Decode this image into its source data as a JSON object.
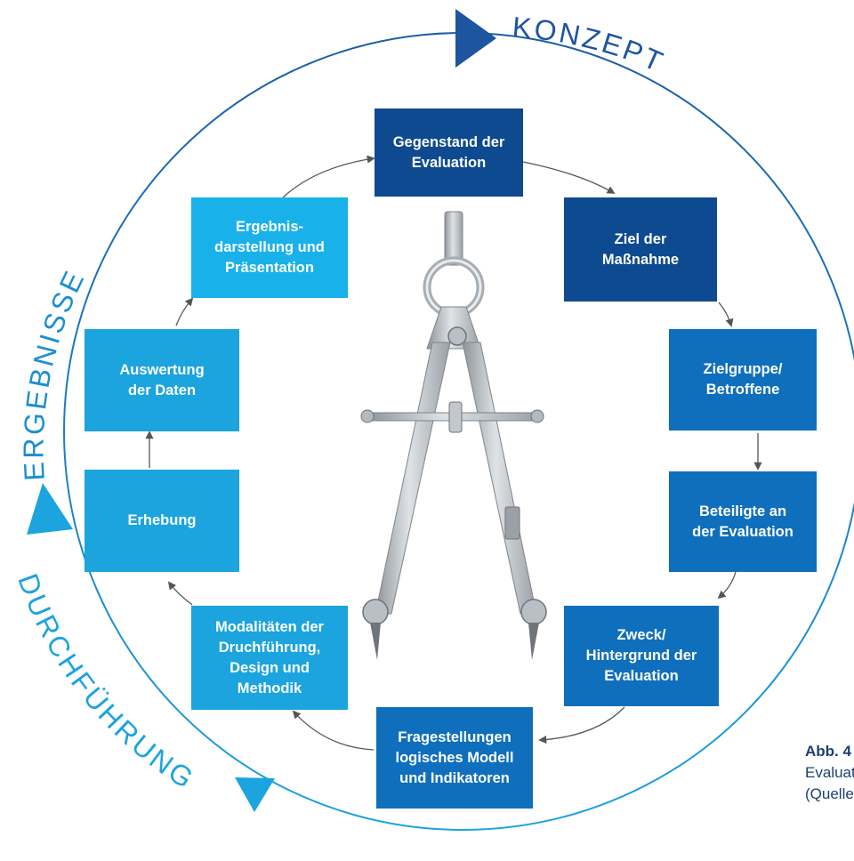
{
  "phases": {
    "konzept": "KONZEPT",
    "ergebnisse": "ERGEBNISSE",
    "durchfuehrung": "DURCHFÜHRUNG"
  },
  "steps": [
    {
      "id": "gegenstand",
      "label": "Gegenstand der\nEvaluation"
    },
    {
      "id": "ziel",
      "label": "Ziel der\nMaßnahme"
    },
    {
      "id": "zielgruppe",
      "label": "Zielgruppe/\nBetroffene"
    },
    {
      "id": "beteiligte",
      "label": "Beteiligte an\nder Evaluation"
    },
    {
      "id": "zweck",
      "label": "Zweck/\nHintergrund der\nEvaluation"
    },
    {
      "id": "fragestellungen",
      "label": "Fragestellungen\nlogisches Modell\nund Indikatoren"
    },
    {
      "id": "modalitaeten",
      "label": "Modalitäten der\nDruchführung,\nDesign und\nMethodik"
    },
    {
      "id": "erhebung",
      "label": "Erhebung"
    },
    {
      "id": "auswertung",
      "label": "Auswertung\nder Daten"
    },
    {
      "id": "ergebnisdarstellung",
      "label": "Ergebnis-\ndarstellung und\nPräsentation"
    }
  ],
  "caption": {
    "label": "Abb. 4",
    "line2": "Evaluation",
    "line3": "(Quelle"
  },
  "colors": {
    "dark_blue": "#0e4a90",
    "mid_blue": "#0f6fbd",
    "light_blue": "#0ea6e2",
    "lighter_blue": "#19b1ea",
    "arrow": "#555555",
    "outer_circle_top": "#1d5da8",
    "outer_circle_bottom": "#1ba4de"
  },
  "center_image": "drawing-compass"
}
